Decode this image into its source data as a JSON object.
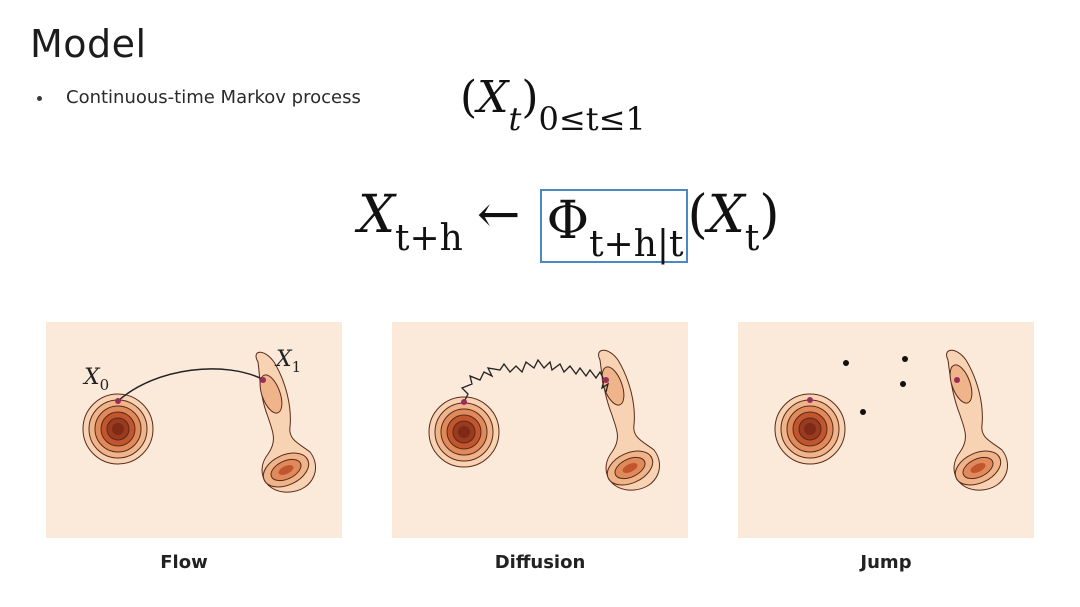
{
  "slide": {
    "title": "Model",
    "bullet": "Continuous-time Markov process"
  },
  "equations": {
    "process_var": "X",
    "process_sub": "t",
    "process_range": "0≤t≤1",
    "update_lhs_var": "X",
    "update_lhs_sub": "t+h",
    "arrow": "←",
    "operator": "Φ",
    "operator_sub": "t+h|t",
    "arg_var": "X",
    "arg_sub": "t"
  },
  "panels": [
    {
      "caption": "Flow",
      "labels": {
        "start_var": "X",
        "start_sub": "0",
        "end_var": "X",
        "end_sub": "1"
      }
    },
    {
      "caption": "Diffusion"
    },
    {
      "caption": "Jump"
    }
  ],
  "colors": {
    "panel_bg": "#fbe9da",
    "contour_fill_light": "#f7d3b3",
    "contour_fill_dark": "#7e2a17",
    "highlight_box": "#4a8ac4",
    "marker": "#9a2c5c"
  }
}
